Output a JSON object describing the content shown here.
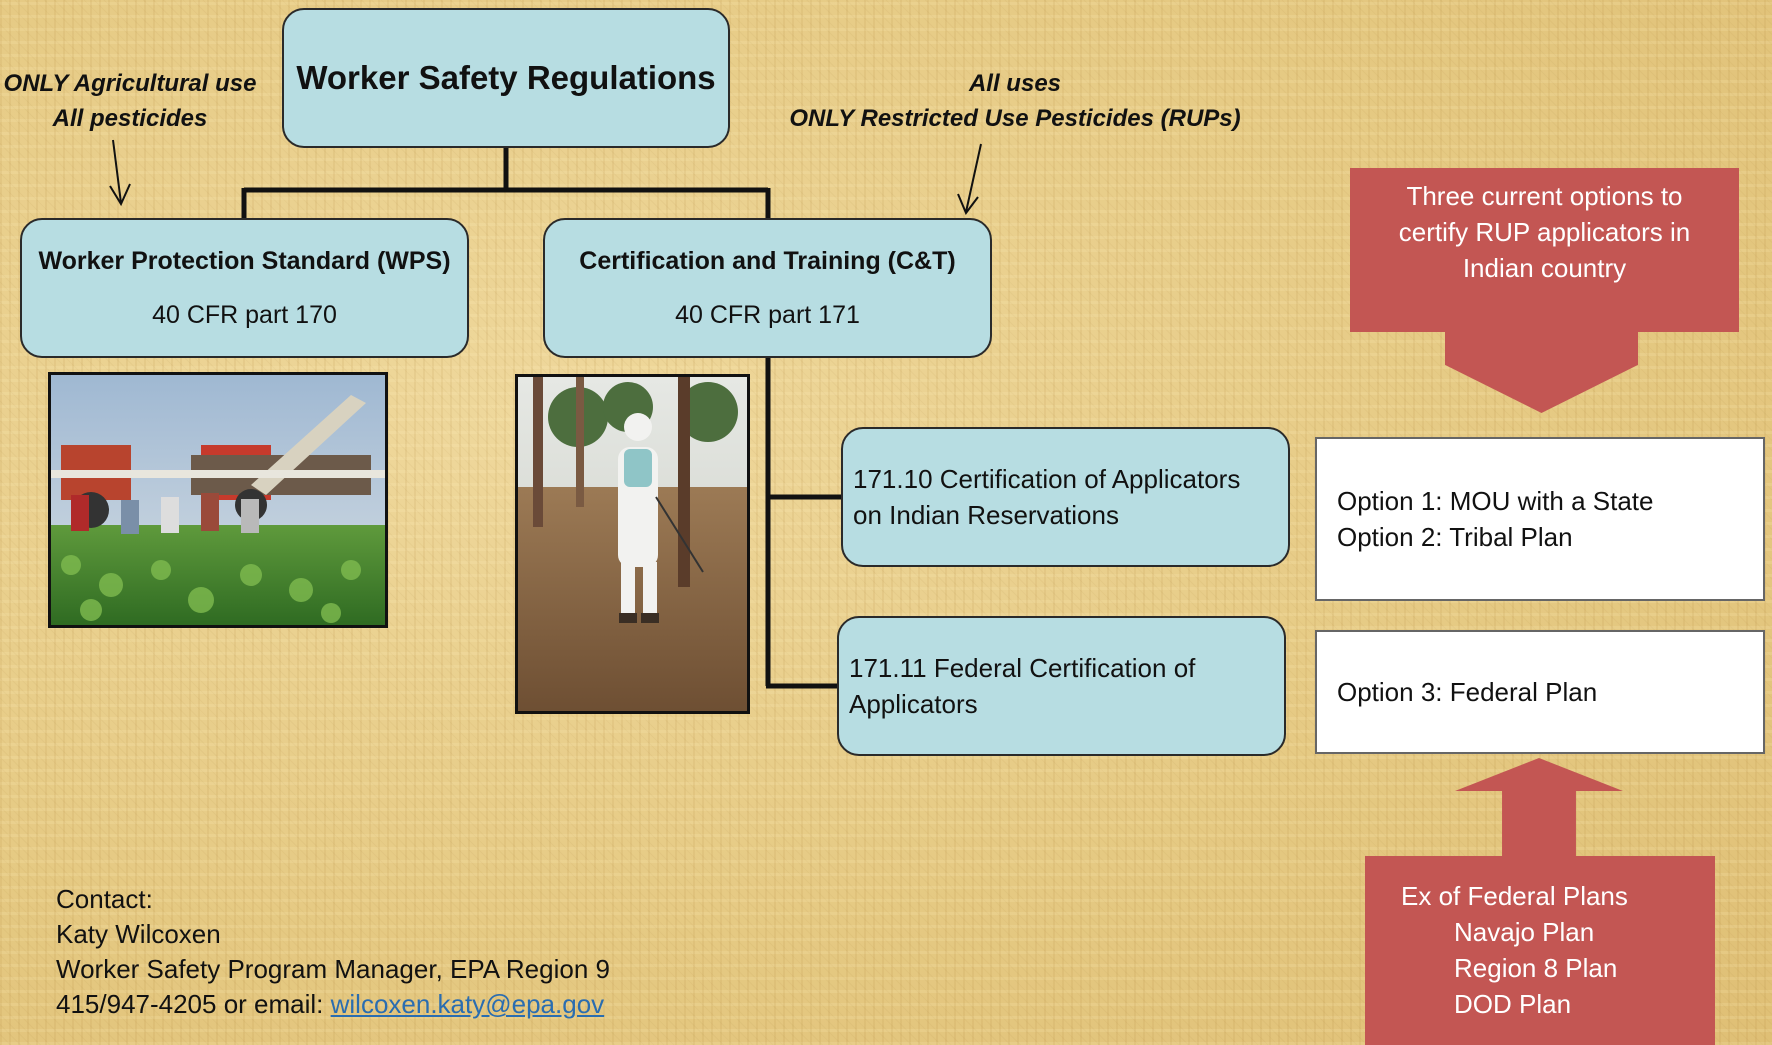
{
  "title": "Worker Safety Regulations",
  "notes": {
    "left": [
      "ONLY Agricultural use",
      "All  pesticides"
    ],
    "right": [
      "All uses",
      "ONLY  Restricted Use Pesticides (RUPs)"
    ]
  },
  "wps": {
    "name": "Worker Protection Standard (WPS)",
    "cfr": "40 CFR part 170"
  },
  "ct": {
    "name": "Certification and Training (C&T)",
    "cfr": "40 CFR part 171"
  },
  "subsections": [
    {
      "lines": [
        "171.10 Certification of Applicators",
        "on Indian Reservations"
      ]
    },
    {
      "lines": [
        "171.11 Federal Certification of",
        "Applicators"
      ]
    }
  ],
  "options_header": [
    "Three current options to",
    "certify RUP applicators in",
    "Indian country"
  ],
  "options": {
    "box_a": [
      "Option 1:  MOU with a State",
      "Option 2: Tribal Plan"
    ],
    "box_b": [
      "Option 3:  Federal Plan"
    ]
  },
  "federal_plans": {
    "heading": "Ex of  Federal Plans",
    "items": [
      "Navajo  Plan",
      "Region 8 Plan",
      "DOD Plan"
    ]
  },
  "contact": {
    "label": "Contact:",
    "name": "Katy Wilcoxen",
    "role": "Worker Safety Program Manager, EPA Region 9",
    "phone_prefix": "415/947-4205  or email: ",
    "email": "wilcoxen.katy@epa.gov"
  },
  "colors": {
    "box_fill": "#b7dde2",
    "red_fill": "#c35653",
    "background": "#e8cf8a",
    "link": "#2a6db0"
  }
}
